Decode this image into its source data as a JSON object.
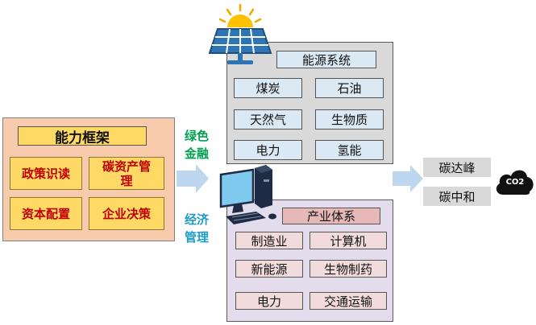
{
  "capability": {
    "title": "能力框架",
    "items": [
      "政策识读",
      "碳资产管理",
      "资本配置",
      "企业决策"
    ]
  },
  "green_finance": [
    "绿色",
    "金融"
  ],
  "econ_mgmt": [
    "经济",
    "管理"
  ],
  "energy": {
    "title": "能源系统",
    "items": [
      "煤炭",
      "石油",
      "天然气",
      "生物质",
      "电力",
      "氢能"
    ]
  },
  "industry": {
    "title": "产业体系",
    "items": [
      "制造业",
      "计算机",
      "新能源",
      "生物制药",
      "电力",
      "交通运输"
    ]
  },
  "results": [
    "碳达峰",
    "碳中和"
  ],
  "co2_label": "CO2",
  "colors": {
    "green_text": "#00a050",
    "blue_text": "#1f9bc8",
    "arrow": "#bdd7ee"
  },
  "icons": [
    "solar-panel-icon",
    "computer-icon",
    "co2-cloud-icon"
  ]
}
